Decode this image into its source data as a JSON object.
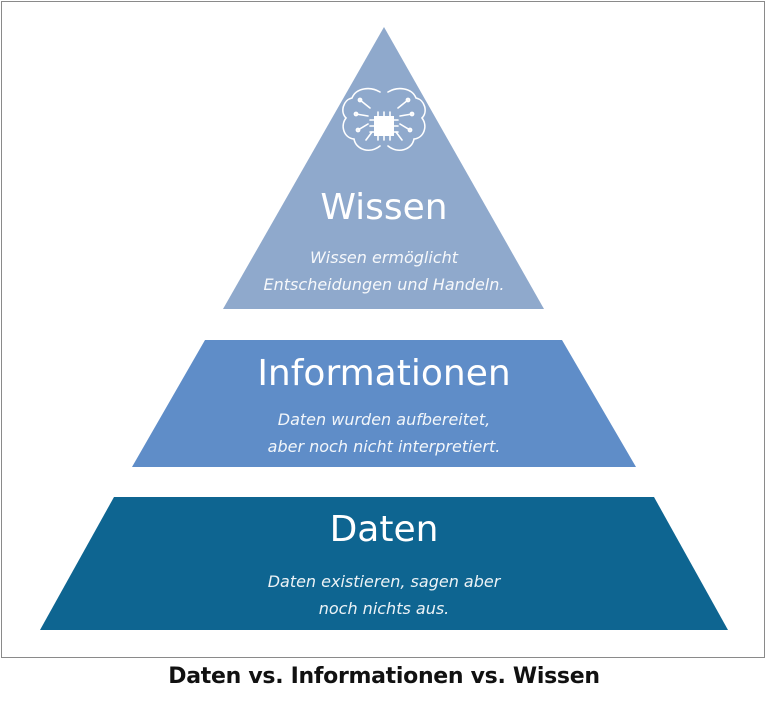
{
  "pyramid": {
    "top": {
      "title": "Wissen",
      "desc_line1": "Wissen ermöglicht",
      "desc_line2": "Entscheidungen und Handeln.",
      "icon": "brain-chip-icon",
      "color": "#8fa9cc"
    },
    "middle": {
      "title": "Informationen",
      "desc_line1": "Daten wurden aufbereitet,",
      "desc_line2": "aber noch nicht interpretiert.",
      "color": "#5f8dc8"
    },
    "bottom": {
      "title": "Daten",
      "desc_line1": "Daten existieren, sagen aber",
      "desc_line2": "noch nichts aus.",
      "color": "#0e6591"
    }
  },
  "caption": "Daten vs. Informationen vs. Wissen"
}
